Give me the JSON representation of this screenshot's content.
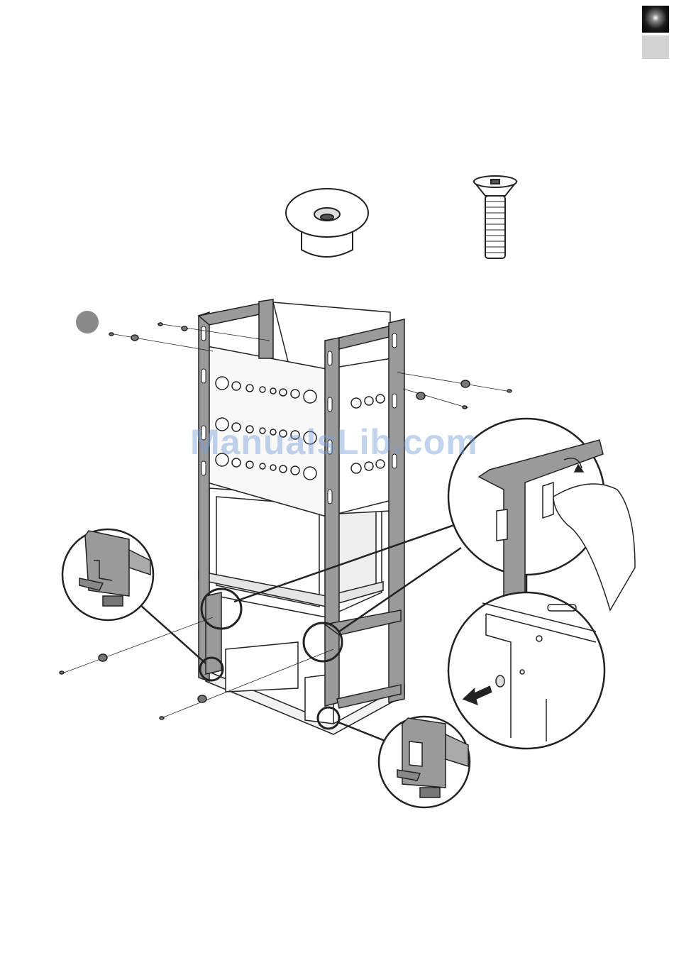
{
  "page": {
    "watermark_text": "ManualsLib.com"
  },
  "parts": [
    {
      "name": "washer-spacer",
      "icon": "washer-icon"
    },
    {
      "name": "countersunk-screw",
      "icon": "screw-icon"
    }
  ],
  "colors": {
    "frame_gray": "#9a9a9a",
    "line": "#222222",
    "tab_dark": "#000000",
    "tab_light": "#d2d2d2",
    "step_dot": "#8a8a8a",
    "watermark": "#78a0d7"
  }
}
